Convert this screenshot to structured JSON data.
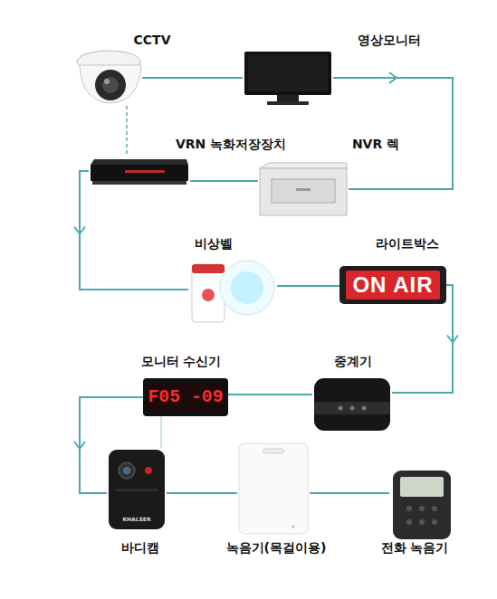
{
  "diagram": {
    "nodes": [
      {
        "text": [
          "CCTV"
        ]
      },
      {
        "text": [
          "영상모니터"
        ]
      },
      {
        "text": [
          "VRN 녹화저장장치"
        ]
      },
      {
        "text": [
          "NVR 렉"
        ]
      },
      {
        "text": [
          "비상벨"
        ]
      },
      {
        "text": [
          "라이트박스",
          "ON AIR"
        ]
      },
      {
        "text": [
          "모니터 수신기",
          "F05 -09"
        ]
      },
      {
        "text": [
          "중계기"
        ]
      },
      {
        "text": [
          "바디캠",
          "KHALSER"
        ]
      },
      {
        "text": [
          "녹음기(목걸이용)"
        ]
      },
      {
        "text": [
          "전화 녹음기"
        ]
      }
    ],
    "edges": [
      {
        "from": 0,
        "to": 1,
        "arrow": "none"
      },
      {
        "from": 1,
        "to": 3,
        "arrow": "to"
      },
      {
        "from": 3,
        "to": 2,
        "arrow": "none"
      },
      {
        "from": 2,
        "to": 4,
        "arrow": "to"
      },
      {
        "from": 4,
        "to": 5,
        "arrow": "none"
      },
      {
        "from": 5,
        "to": 7,
        "arrow": "to"
      },
      {
        "from": 7,
        "to": 6,
        "arrow": "none"
      },
      {
        "from": 6,
        "to": 8,
        "arrow": "to"
      },
      {
        "from": 8,
        "to": 9,
        "arrow": "none"
      },
      {
        "from": 9,
        "to": 10,
        "arrow": "none"
      },
      {
        "from": 0,
        "to": 2,
        "arrow": "none"
      },
      {
        "from": 6,
        "to": 8,
        "arrow": "none"
      }
    ]
  }
}
